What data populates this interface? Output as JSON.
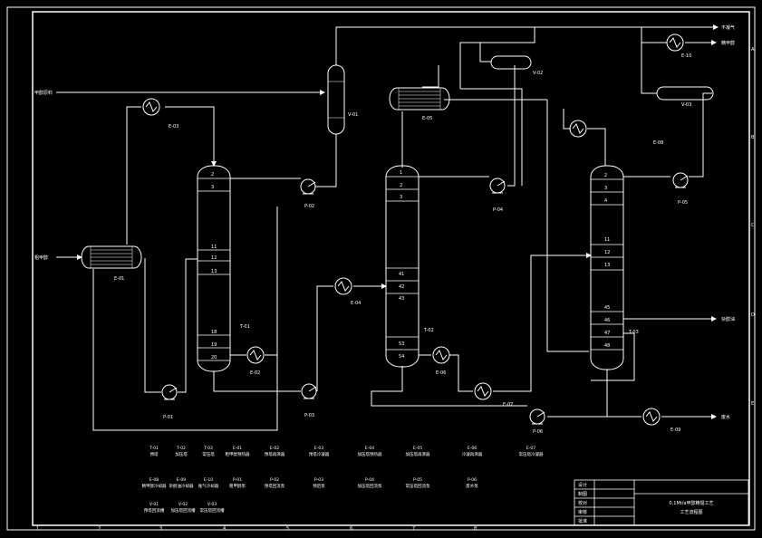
{
  "drawing": {
    "stream_labels": {
      "feed_top": "甲醇原料",
      "feed_left": "粗甲醇",
      "out_r1": "不凝气",
      "out_r2": "精甲醇",
      "out_d": "杂醇油",
      "out_e": "废水"
    },
    "equipment_tags": {
      "T01": "T-01",
      "T02": "T-02",
      "T03": "T-03",
      "V01": "V-01",
      "V02": "V-02",
      "V03": "V-03",
      "E01": "E-01",
      "E02": "E-02",
      "E03": "E-03",
      "E04": "E-04",
      "E05": "E-05",
      "E06": "E-06",
      "E07": "E-07",
      "E08": "E-08",
      "E09": "E-09",
      "E10": "E-10",
      "P01": "P-01",
      "P02": "P-02",
      "P03": "P-03",
      "P04": "P-04",
      "P05": "P-05",
      "P06": "P-06"
    },
    "tray_numbers": {
      "T01": [
        "2",
        "3",
        "11",
        "12",
        "13",
        "18",
        "19",
        "20"
      ],
      "T02": [
        "1",
        "2",
        "3",
        "41",
        "42",
        "43",
        "53",
        "54"
      ],
      "T03": [
        "2",
        "3",
        "4",
        "11",
        "12",
        "13",
        "45",
        "46",
        "47",
        "48"
      ]
    },
    "legend": {
      "row1": [
        {
          "tag": "T-01",
          "name": "预塔"
        },
        {
          "tag": "T-02",
          "name": "加压塔"
        },
        {
          "tag": "T-03",
          "name": "常压塔"
        },
        {
          "tag": "E-01",
          "name": "粗甲醇预热器"
        },
        {
          "tag": "E-02",
          "name": "预塔再沸器"
        },
        {
          "tag": "E-03",
          "name": "预塔冷凝器"
        },
        {
          "tag": "E-04",
          "name": "加压塔预热器"
        },
        {
          "tag": "E-05",
          "name": "加压塔再沸器"
        },
        {
          "tag": "E-06",
          "name": "冷凝再沸器"
        },
        {
          "tag": "E-07",
          "name": "常压塔冷凝器"
        }
      ],
      "row2": [
        {
          "tag": "E-08",
          "name": "精甲醇冷却器"
        },
        {
          "tag": "E-09",
          "name": "杂醇油冷却器"
        },
        {
          "tag": "E-10",
          "name": "尾气冷却器"
        },
        {
          "tag": "P-01",
          "name": "粗甲醇泵"
        },
        {
          "tag": "P-02",
          "name": "预塔回流泵"
        },
        {
          "tag": "P-03",
          "name": "预后泵"
        },
        {
          "tag": "P-04",
          "name": "加压塔回流泵"
        },
        {
          "tag": "P-05",
          "name": "常压塔回流泵"
        },
        {
          "tag": "P-06",
          "name": "废水泵"
        }
      ],
      "row3": [
        {
          "tag": "V-01",
          "name": "预塔回流槽"
        },
        {
          "tag": "V-02",
          "name": "加压塔回流槽"
        },
        {
          "tag": "V-03",
          "name": "常压塔回流槽"
        }
      ]
    },
    "title_block": {
      "rows": [
        "设计",
        "制图",
        "校对",
        "审核",
        "批准"
      ],
      "title_line1": "0.1Mt/a甲醇精馏工艺",
      "title_line2": "工艺流程图"
    },
    "border_columns": [
      "1",
      "2",
      "3",
      "4",
      "5",
      "6",
      "7",
      "8"
    ],
    "border_rows": [
      "A",
      "B",
      "C",
      "D",
      "E"
    ]
  }
}
